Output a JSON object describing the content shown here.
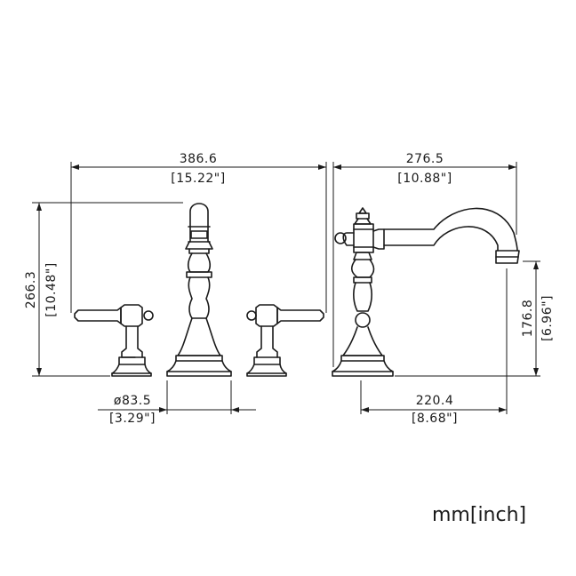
{
  "dimensions": {
    "front_width": {
      "mm": "386.6",
      "inch": "[15.22\"]"
    },
    "front_height": {
      "mm": "266.3",
      "inch": "[10.48\"]"
    },
    "base_diameter": {
      "mm": "ø83.5",
      "inch": "[3.29\"]"
    },
    "side_width": {
      "mm": "276.5",
      "inch": "[10.88\"]"
    },
    "side_height": {
      "mm": "176.8",
      "inch": "[6.96\"]"
    },
    "side_reach": {
      "mm": "220.4",
      "inch": "[8.68\"]"
    }
  },
  "unit_label": "mm[inch]",
  "colors": {
    "line": "#1a1a1a",
    "background": "#ffffff"
  }
}
